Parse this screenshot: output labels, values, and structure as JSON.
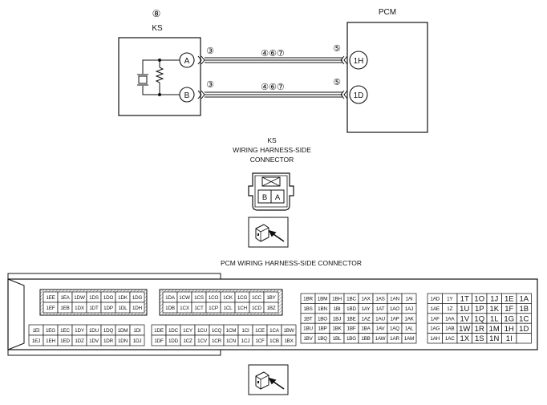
{
  "schematic": {
    "ks_circle_number": "⑧",
    "ks_label": "KS",
    "pcm_label": "PCM",
    "pin_a": "A",
    "pin_b": "B",
    "pcm_pin_top": "1H",
    "pcm_pin_bottom": "1D",
    "left_note": "③",
    "wire_note": "④⑥⑦",
    "right_note": "⑤"
  },
  "ks_connector": {
    "title_lines": [
      "KS",
      "WIRING HARNESS-SIDE",
      "CONNECTOR"
    ],
    "pins": [
      "B",
      "A"
    ]
  },
  "pcm_connector": {
    "title": "PCM WIRING HARNESS-SIDE CONNECTOR",
    "block1": [
      [
        "1EE",
        "1EA",
        "1DW",
        "1DS",
        "1DO",
        "1DK",
        "1DG"
      ],
      [
        "1EF",
        "1EB",
        "1DX",
        "1DT",
        "1DP",
        "1DL",
        "1DH"
      ]
    ],
    "block2": [
      [
        "1DA",
        "1CW",
        "1CS",
        "1CO",
        "1CK",
        "1CG",
        "1CC",
        "1BY"
      ],
      [
        "1DB",
        "1CX",
        "1CT",
        "1CP",
        "1CL",
        "1CH",
        "1CD",
        "1BZ"
      ]
    ],
    "block3": [
      [
        "1EI",
        "1EG",
        "1EC",
        "1DY",
        "1DU",
        "1DQ",
        "1DM",
        "1DI"
      ],
      [
        "1EJ",
        "1EH",
        "1ED",
        "1DZ",
        "1DV",
        "1DR",
        "1DN",
        "1DJ"
      ]
    ],
    "block4": [
      [
        "1DE",
        "1DC",
        "1CY",
        "1CU",
        "1CQ",
        "1CM",
        "1CI",
        "1CE",
        "1CA",
        "1BW"
      ],
      [
        "1DF",
        "1DD",
        "1CZ",
        "1CV",
        "1CR",
        "1CN",
        "1CJ",
        "1CF",
        "1CB",
        "1BX"
      ]
    ],
    "block5": [
      [
        "1BR",
        "1BM",
        "1BH",
        "1BC",
        "1AX",
        "1AS",
        "1AN",
        "1AI"
      ],
      [
        "1BS",
        "1BN",
        "1BI",
        "1BD",
        "1AY",
        "1AT",
        "1AO",
        "1AJ"
      ],
      [
        "1BT",
        "1BO",
        "1BJ",
        "1BE",
        "1AZ",
        "1AU",
        "1AP",
        "1AK"
      ],
      [
        "1BU",
        "1BP",
        "1BK",
        "1BF",
        "1BA",
        "1AV",
        "1AQ",
        "1AL"
      ],
      [
        "1BV",
        "1BQ",
        "1BL",
        "1BG",
        "1BB",
        "1AW",
        "1AR",
        "1AM"
      ]
    ],
    "block6": [
      [
        "1AD",
        "1Y",
        "1T",
        "1O",
        "1J",
        "1E",
        "1A"
      ],
      [
        "1AE",
        "1Z",
        "1U",
        "1P",
        "1K",
        "1F",
        "1B"
      ],
      [
        "1AF",
        "1AA",
        "1V",
        "1Q",
        "1L",
        "1G",
        "1C"
      ],
      [
        "1AG",
        "1AB",
        "1W",
        "1R",
        "1M",
        "1H",
        "1D"
      ],
      [
        "1AH",
        "1AC",
        "1X",
        "1S",
        "1N",
        "1I",
        ""
      ]
    ]
  }
}
